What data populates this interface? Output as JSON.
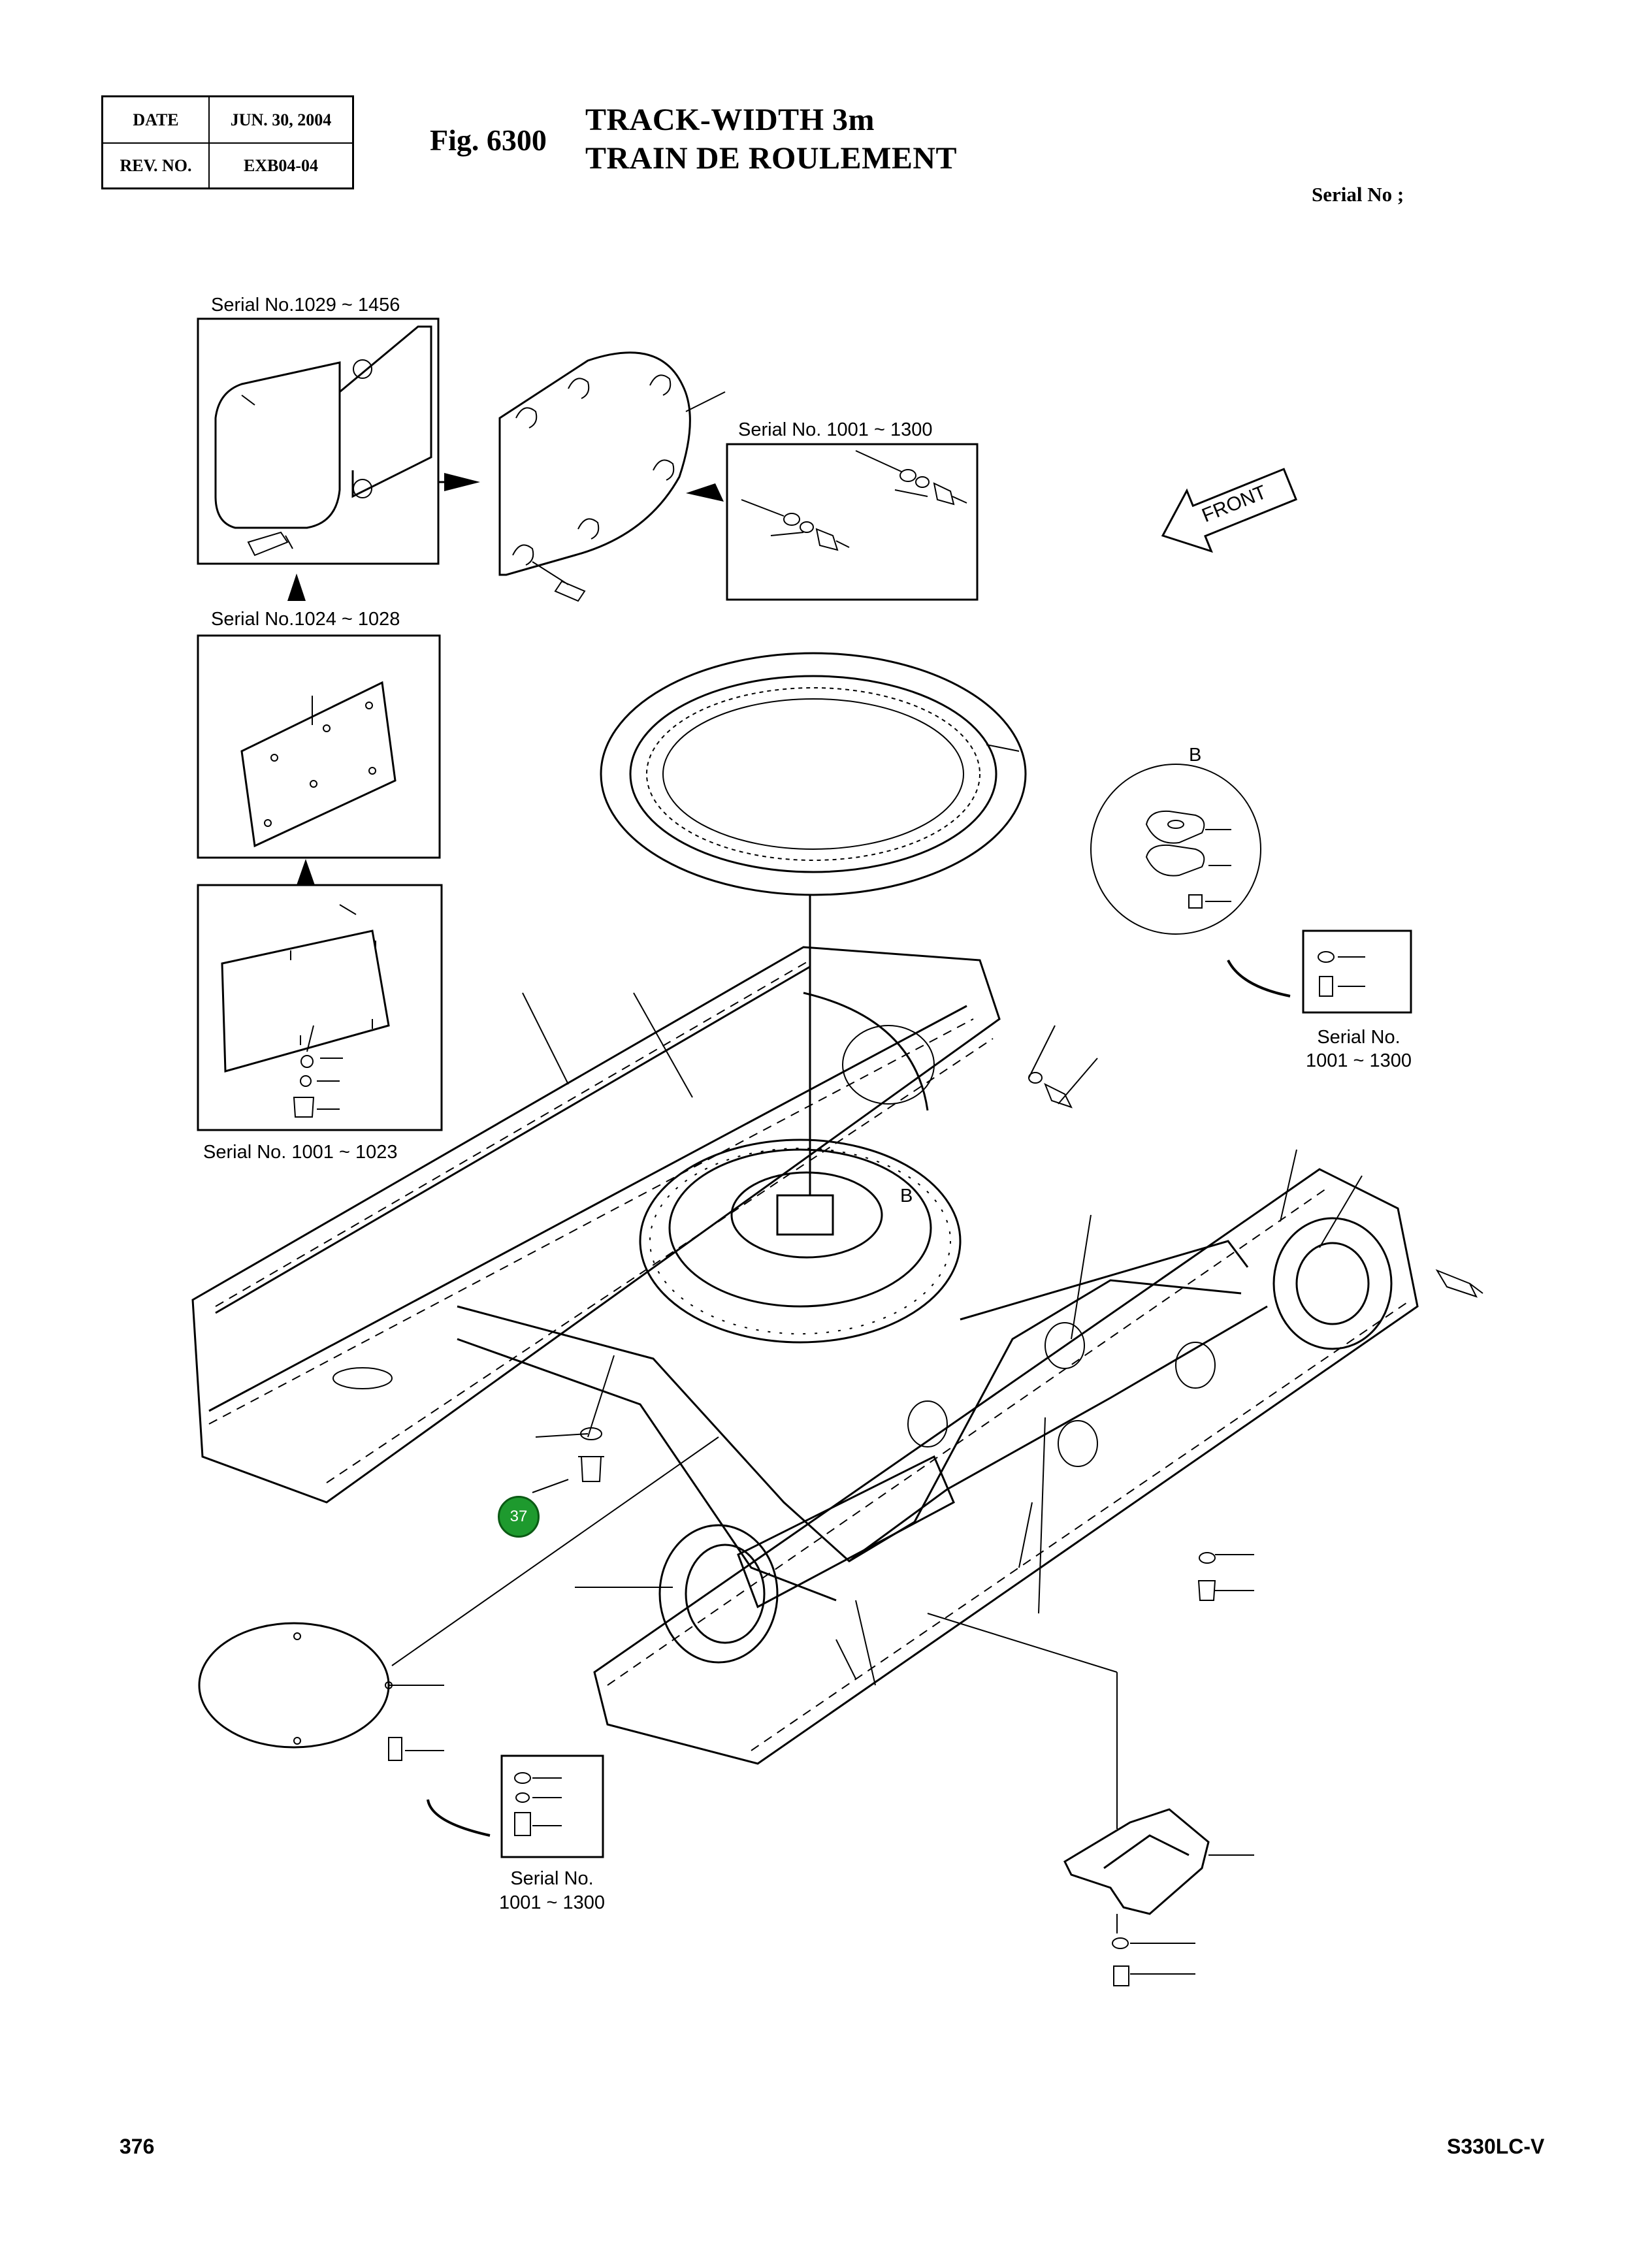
{
  "header": {
    "date_label": "DATE",
    "date_value": "JUN. 30, 2004",
    "rev_label": "REV. NO.",
    "rev_value": "EXB04-04"
  },
  "figure": {
    "label": "Fig. 6300",
    "title_line1": "TRACK-WIDTH 3m",
    "title_line2": "TRAIN DE ROULEMENT",
    "serial": "Serial No ;"
  },
  "insets": {
    "inset1_serial": "Serial No.1029 ~ 1456",
    "inset2_serial": "Serial No. 1001 ~ 1300",
    "inset3_serial": "Serial No.1024 ~ 1028",
    "inset4_serial": "Serial No. 1001 ~ 1023",
    "detail_b_label": "B",
    "detail_b_serial_l1": "Serial No.",
    "detail_b_serial_l2": "1001 ~ 1300",
    "bottom_serial_l1": "Serial No.",
    "bottom_serial_l2": "1001 ~ 1300",
    "front_label": "FRONT",
    "b_marker": "B"
  },
  "callout": {
    "number": "37",
    "color": "#1e9a2e"
  },
  "footer": {
    "page_number": "376",
    "model": "S330LC-V"
  }
}
